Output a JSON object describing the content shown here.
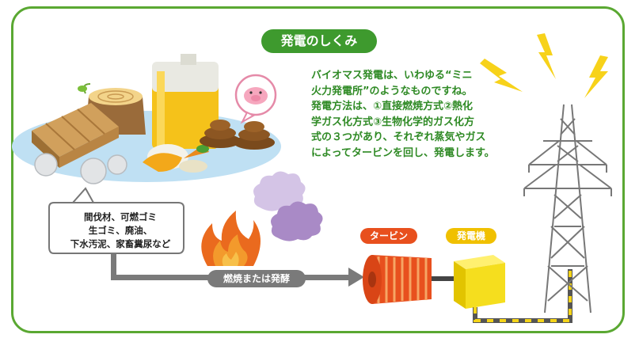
{
  "title": "発電のしくみ",
  "description_lines": [
    "バイオマス発電は、いわゆる“ミニ",
    "火力発電所”のようなものですね。",
    "発電方法は、①直接燃焼方式②熱化",
    "学ガス化方式③生物化学的ガス化方",
    "式の３つがあり、それぞれ蒸気やガス",
    "によってタービンを回し、発電します。"
  ],
  "materials_lines": [
    "間伐材、可燃ゴミ",
    "生ゴミ、廃油、",
    "下水汚泥、家畜糞尿など"
  ],
  "process_label": "燃焼または発酵",
  "turbine_label": "タービン",
  "generator_label": "発電機",
  "colors": {
    "frame_green": "#5aa832",
    "title_green": "#3e9a2e",
    "text_green": "#2f8a25",
    "turbine_orange": "#e8501e",
    "generator_yellow": "#f0c000",
    "arrow_gray": "#7a7a7a",
    "smoke_purple": "#a98ac6"
  }
}
